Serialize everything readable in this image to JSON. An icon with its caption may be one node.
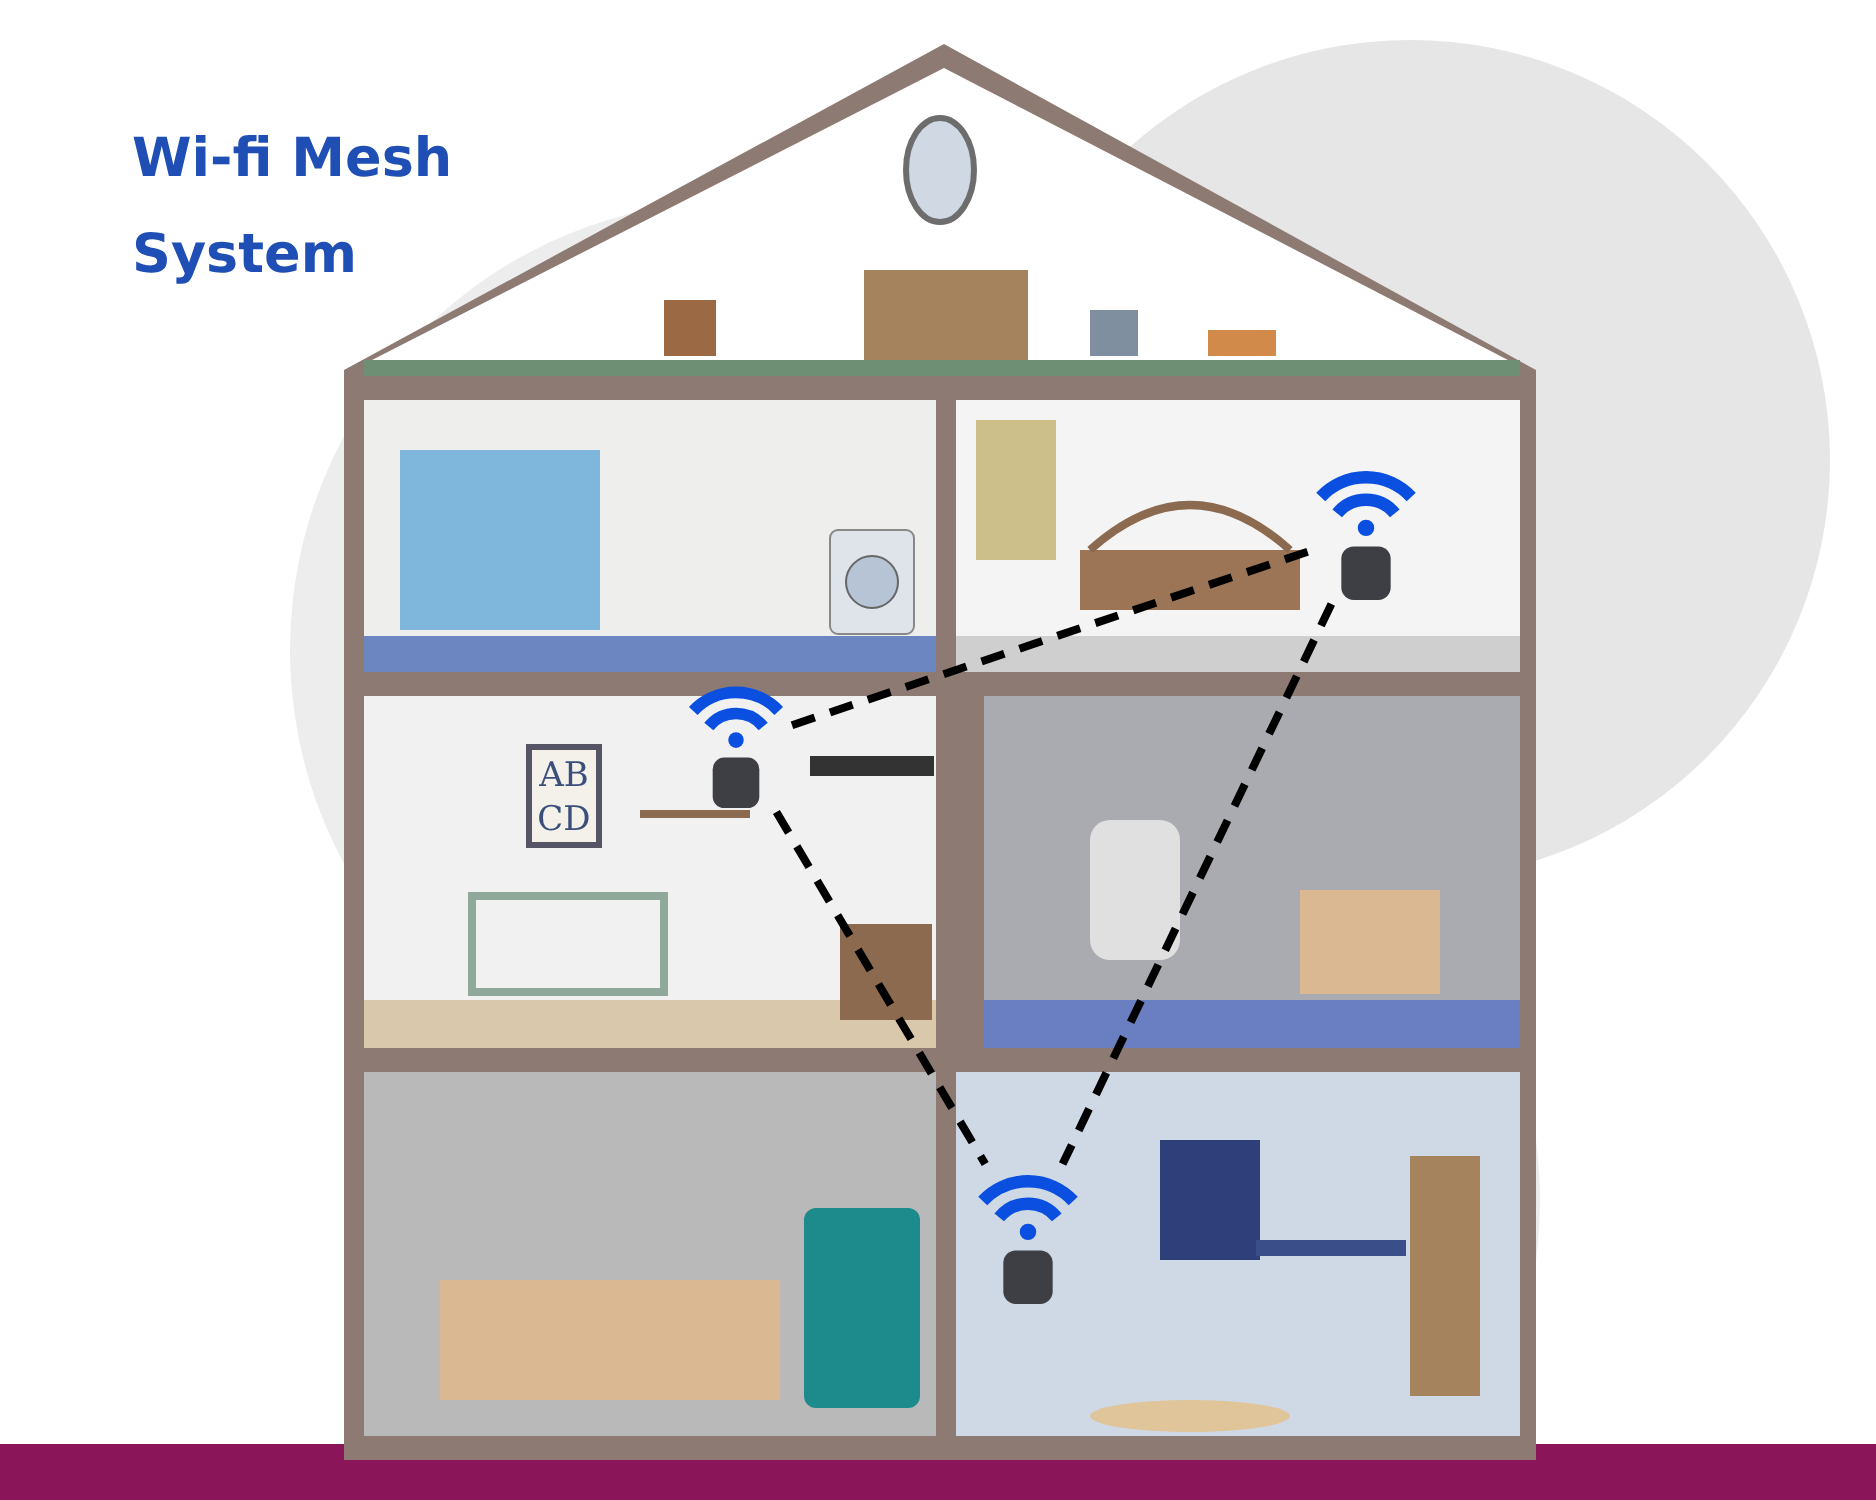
{
  "diagram": {
    "title": "Wi-fi Mesh System",
    "nodes": [
      {
        "text": [],
        "shape": "picture"
      },
      {
        "text": [],
        "shape": "picture"
      },
      {
        "text": [],
        "shape": "picture"
      }
    ],
    "edges": [
      {
        "from": 0,
        "to": 1,
        "arrow": "none",
        "style": "dashed"
      },
      {
        "from": 0,
        "to": 2,
        "arrow": "none",
        "style": "dashed"
      },
      {
        "from": 1,
        "to": 2,
        "arrow": "none",
        "style": "dashed"
      }
    ],
    "labels": [
      "AB CD"
    ]
  }
}
